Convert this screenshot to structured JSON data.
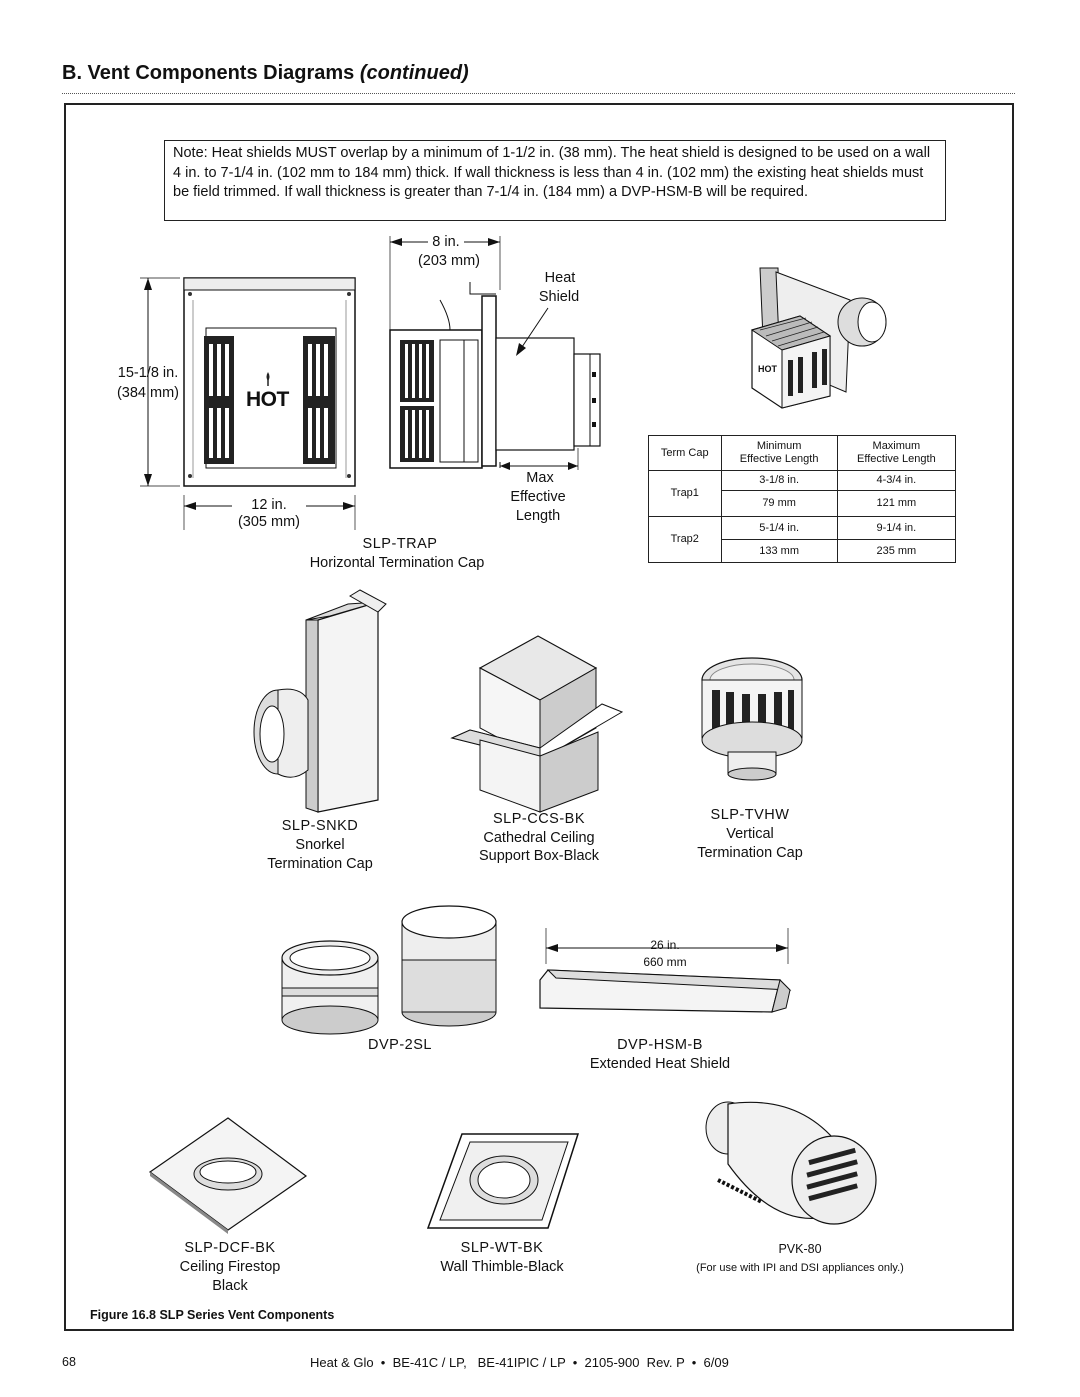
{
  "page": {
    "section_title": "B.  Vent Components Diagrams ",
    "section_title_italic": "(continued)",
    "page_number": "68",
    "footer": "Heat & Glo  •  BE-41C / LP,   BE-41IPIC / LP  •  2105-900  Rev. P  •  6/09"
  },
  "note": "Note: Heat shields MUST overlap by a minimum of 1-1/2 in. (38 mm). The heat shield is designed to be used on a wall 4 in. to 7-1/4 in. (102 mm to 184 mm) thick. If wall thickness is less than 4 in. (102 mm) the existing heat shields must be field trimmed. If wall thickness is greater than 7-1/4 in. (184 mm) a DVP-HSM-B will be required.",
  "slp_trap": {
    "height_in": "15-1/8 in.",
    "height_mm": "(384 mm)",
    "width_in": "12 in.",
    "width_mm": "(305 mm)",
    "depth_in": "8 in.",
    "depth_mm": "(203 mm)",
    "hot_label": "HOT",
    "heat_shield_1": "Heat",
    "heat_shield_2": "Shield",
    "max_1": "Max",
    "max_2": "Effective",
    "max_3": "Length",
    "code": "SLP-TRAP",
    "desc": "Horizontal Termination Cap"
  },
  "term_table": {
    "header": [
      "Term Cap",
      "Minimum\nEffective Length",
      "Maximum\nEffective Length"
    ],
    "rows": [
      {
        "name": "Trap1",
        "min_in": "3-1/8 in.",
        "max_in": "4-3/4 in.",
        "min_mm": "79 mm",
        "max_mm": "121 mm"
      },
      {
        "name": "Trap2",
        "min_in": "5-1/4 in.",
        "max_in": "9-1/4  in.",
        "min_mm": "133 mm",
        "max_mm": "235 mm"
      }
    ]
  },
  "components": {
    "snkd": {
      "code": "SLP-SNKD",
      "line1": "Snorkel",
      "line2": "Termination Cap"
    },
    "ccs": {
      "code": "SLP-CCS-BK",
      "line1": "Cathedral Ceiling",
      "line2": "Support Box-Black"
    },
    "tvhw": {
      "code": "SLP-TVHW",
      "line1": "Vertical",
      "line2": "Termination Cap"
    },
    "dvp2sl": {
      "code": "DVP-2SL"
    },
    "hsm": {
      "code": "DVP-HSM-B",
      "line1": "Extended Heat Shield",
      "dim_in": "26 in.",
      "dim_mm": "660 mm"
    },
    "dcf": {
      "code": "SLP-DCF-BK",
      "line1": "Ceiling Firestop",
      "line2": "Black"
    },
    "wt": {
      "code": "SLP-WT-BK",
      "line1": "Wall Thimble-Black"
    },
    "pvk": {
      "code": "PVK-80",
      "line1": "(For use with IPI and DSI appliances only.)"
    }
  },
  "caption": "Figure 16.8  SLP Series Vent Components"
}
